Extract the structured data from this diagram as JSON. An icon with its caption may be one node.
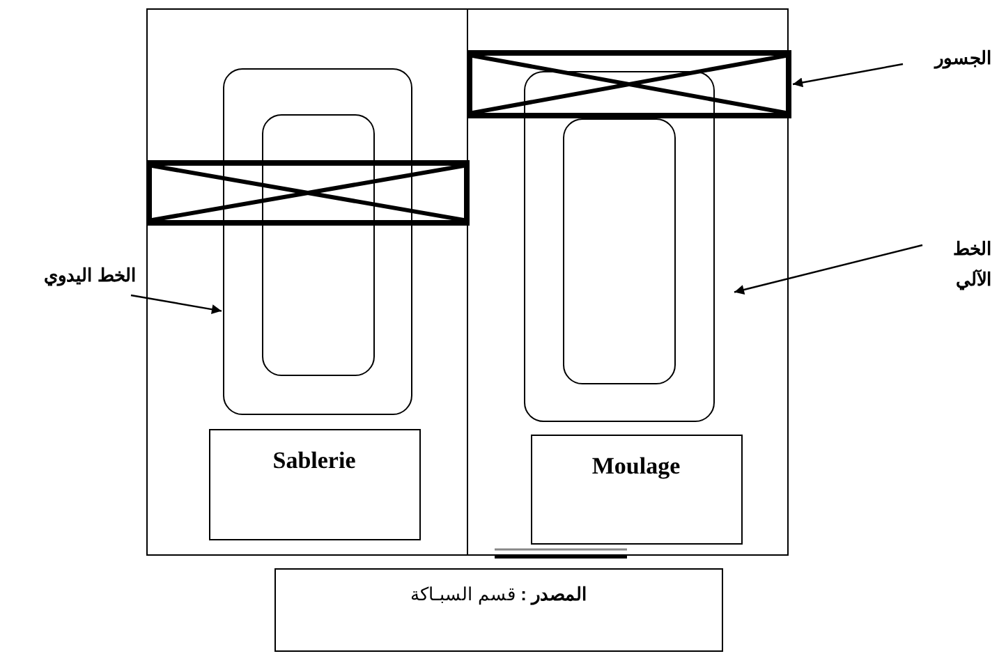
{
  "diagram": {
    "nodes": [
      {
        "text": [],
        "shape": "box"
      },
      {
        "text": [],
        "shape": "box"
      },
      {
        "text": [],
        "shape": "box",
        "in": 0
      },
      {
        "text": [],
        "shape": "box",
        "in": 2
      },
      {
        "text": [],
        "shape": "box",
        "in": 1
      },
      {
        "text": [],
        "shape": "box",
        "in": 4
      },
      {
        "text": [],
        "shape": "box",
        "in": 0
      },
      {
        "text": [],
        "shape": "box",
        "in": 1
      },
      {
        "text": [
          "Sablerie"
        ],
        "in": 0
      },
      {
        "text": [
          "Moulage"
        ],
        "in": 1
      },
      {
        "text": [
          "الجسور"
        ]
      },
      {
        "text": [
          "الخط الآلي"
        ]
      },
      {
        "text": [
          "الخط اليدوي"
        ]
      },
      {
        "text": [
          "**المصدر :** قسم السبـاكة"
        ]
      }
    ],
    "edges": [
      {
        "from": 10,
        "to": 7,
        "arrow": "to"
      },
      {
        "from": 11,
        "to": 4,
        "arrow": "to"
      },
      {
        "from": 12,
        "to": 2,
        "arrow": "to"
      }
    ]
  }
}
